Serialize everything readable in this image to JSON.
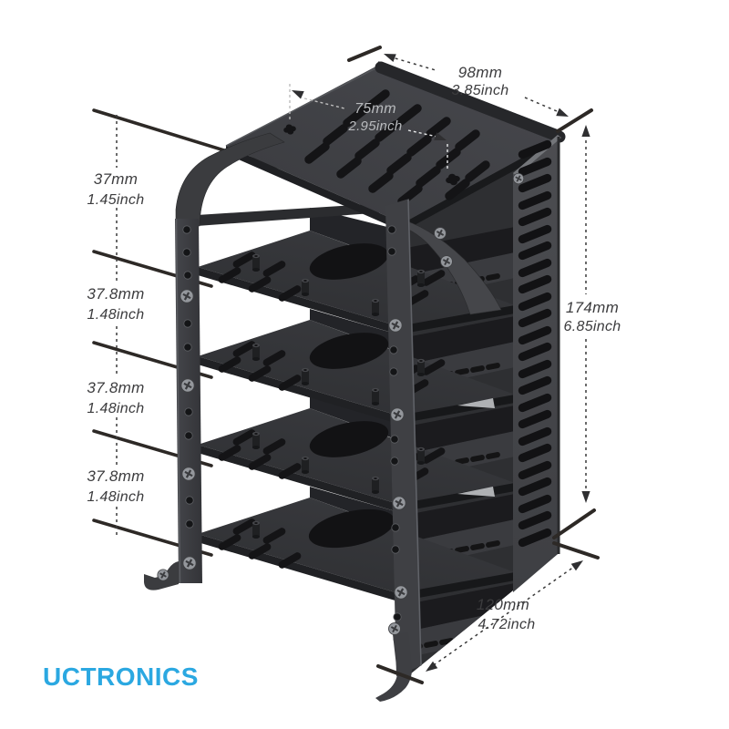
{
  "background": "#ffffff",
  "brand": {
    "logo_text": "UCTRONICS",
    "logo_color": "#2BA8E1"
  },
  "dimensions": {
    "top_width": {
      "mm": "98mm",
      "inch": "3.85inch"
    },
    "mount_spacing": {
      "mm": "75mm",
      "inch": "2.95inch"
    },
    "tier_top": {
      "mm": "37mm",
      "inch": "1.45inch"
    },
    "tier_2": {
      "mm": "37.8mm",
      "inch": "1.48inch"
    },
    "tier_3": {
      "mm": "37.8mm",
      "inch": "1.48inch"
    },
    "tier_4": {
      "mm": "37.8mm",
      "inch": "1.48inch"
    },
    "total_height": {
      "mm": "174mm",
      "inch": "6.85inch"
    },
    "depth": {
      "mm": "120mm",
      "inch": "4.72inch"
    }
  },
  "colors": {
    "metal_dark": "#303134",
    "metal_mid": "#3f4043",
    "metal_highlight": "#94979c",
    "dim_line": "#3a3a3a",
    "dim_text": "#3c3c3e",
    "plate_label_text": "#b9bbbe"
  }
}
